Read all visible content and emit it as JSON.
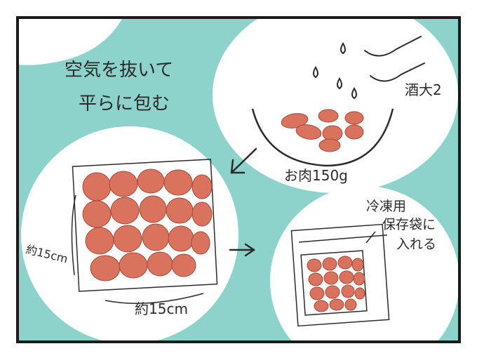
{
  "panel": {
    "background_color": "#8dd3cc",
    "border_color": "#1a1a1a",
    "meat_color": "#d9735e",
    "meat_outline": "#a8483a"
  },
  "texts": {
    "instruction_line1": "空気を抜いて",
    "instruction_line2": "平らに包む",
    "sake": "酒大2",
    "meat": "お肉150g",
    "size_side": "約15cm",
    "size_bottom": "約15cm",
    "freezer_line1": "冷凍用",
    "freezer_line2": "保存袋に",
    "freezer_line3": "入れる"
  },
  "icons": {
    "arrow_down_left": "arrow-down-left-icon",
    "arrow_right": "arrow-right-icon"
  }
}
